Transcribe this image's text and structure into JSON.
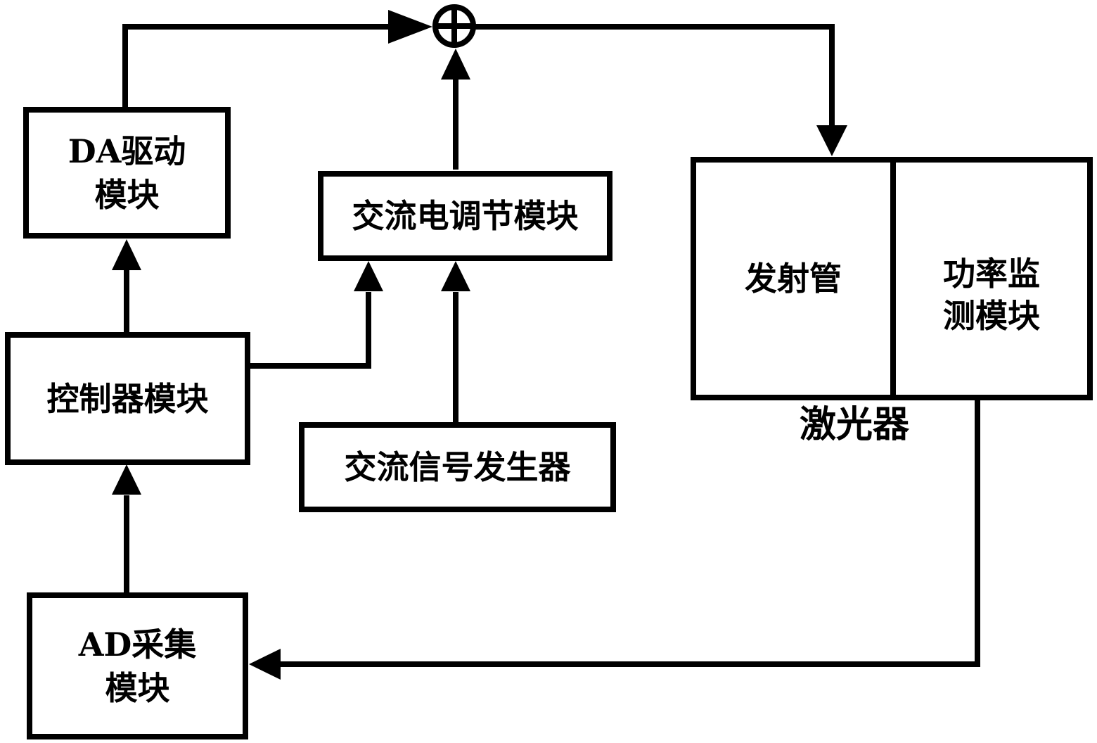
{
  "diagram": {
    "title": "laser-power-control-block-diagram",
    "background_color": "#ffffff",
    "line_color": "#000000",
    "blocks": {
      "da_driver": {
        "line1": "DA驱动",
        "line2": "模块"
      },
      "ac_adjust": {
        "label": "交流电调节模块"
      },
      "controller": {
        "label": "控制器模块"
      },
      "ac_signal": {
        "label": "交流信号发生器"
      },
      "emitter": {
        "label": "发射管"
      },
      "power_monitor": {
        "line1": "功率监",
        "line2": "测模块"
      },
      "laser_caption": "激光器"
    },
    "summing_junction": {
      "symbol": "⊕"
    },
    "connections": [
      {
        "from": "da_driver",
        "to": "summing_junction",
        "route": "up-then-right",
        "arrow": true
      },
      {
        "from": "summing_junction",
        "to": "laser_emitter",
        "route": "right-then-down",
        "arrow": true
      },
      {
        "from": "ac_adjust",
        "to": "summing_junction",
        "route": "up",
        "arrow": true
      },
      {
        "from": "controller",
        "to": "da_driver",
        "route": "up",
        "arrow": true
      },
      {
        "from": "controller",
        "to": "ac_adjust",
        "route": "right-then-up",
        "arrow": true
      },
      {
        "from": "ac_signal",
        "to": "ac_adjust",
        "route": "up",
        "arrow": true
      },
      {
        "from": "ad_collector",
        "to": "controller",
        "route": "up",
        "arrow": true
      },
      {
        "from": "power_monitor",
        "to": "ad_collector",
        "route": "down-then-left",
        "arrow": true
      }
    ]
  }
}
